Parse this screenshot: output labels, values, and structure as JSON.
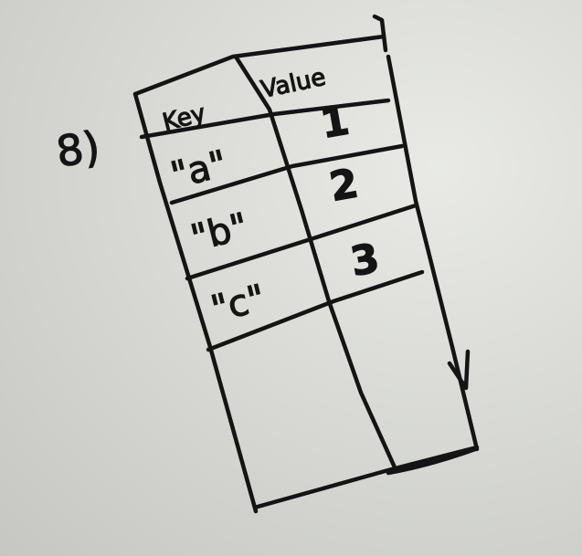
{
  "problem_number": "8)",
  "table": {
    "headers": [
      "Key",
      "Value"
    ],
    "rows": [
      {
        "key": "\"a\"",
        "value": "1"
      },
      {
        "key": "\"b\"",
        "value": "2"
      },
      {
        "key": "\"c\"",
        "value": "3"
      }
    ]
  }
}
